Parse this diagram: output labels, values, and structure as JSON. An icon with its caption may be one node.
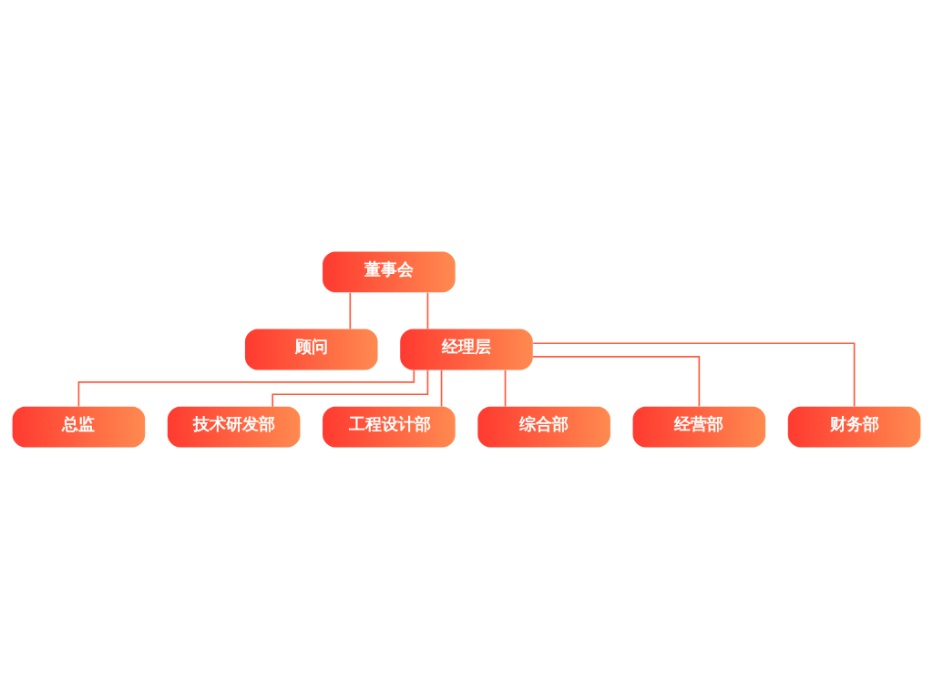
{
  "diagram": {
    "nodes": [
      {
        "text": [
          "董事会"
        ]
      },
      {
        "text": [
          "顾问"
        ]
      },
      {
        "text": [
          "经理层"
        ]
      },
      {
        "text": [
          "总监"
        ]
      },
      {
        "text": [
          "技术研发部"
        ]
      },
      {
        "text": [
          "工程设计部"
        ]
      },
      {
        "text": [
          "综合部"
        ]
      },
      {
        "text": [
          "经营部"
        ]
      },
      {
        "text": [
          "财务部"
        ]
      }
    ],
    "edges": [
      {
        "from": 0,
        "to": 2,
        "arrow": "none"
      },
      {
        "from": 0,
        "to": 1,
        "arrow": "none"
      },
      {
        "from": 2,
        "to": 3,
        "arrow": "none"
      },
      {
        "from": 2,
        "to": 4,
        "arrow": "none"
      },
      {
        "from": 2,
        "to": 5,
        "arrow": "none"
      },
      {
        "from": 2,
        "to": 6,
        "arrow": "none"
      },
      {
        "from": 2,
        "to": 7,
        "arrow": "none"
      },
      {
        "from": 2,
        "to": 8,
        "arrow": "none"
      }
    ]
  }
}
